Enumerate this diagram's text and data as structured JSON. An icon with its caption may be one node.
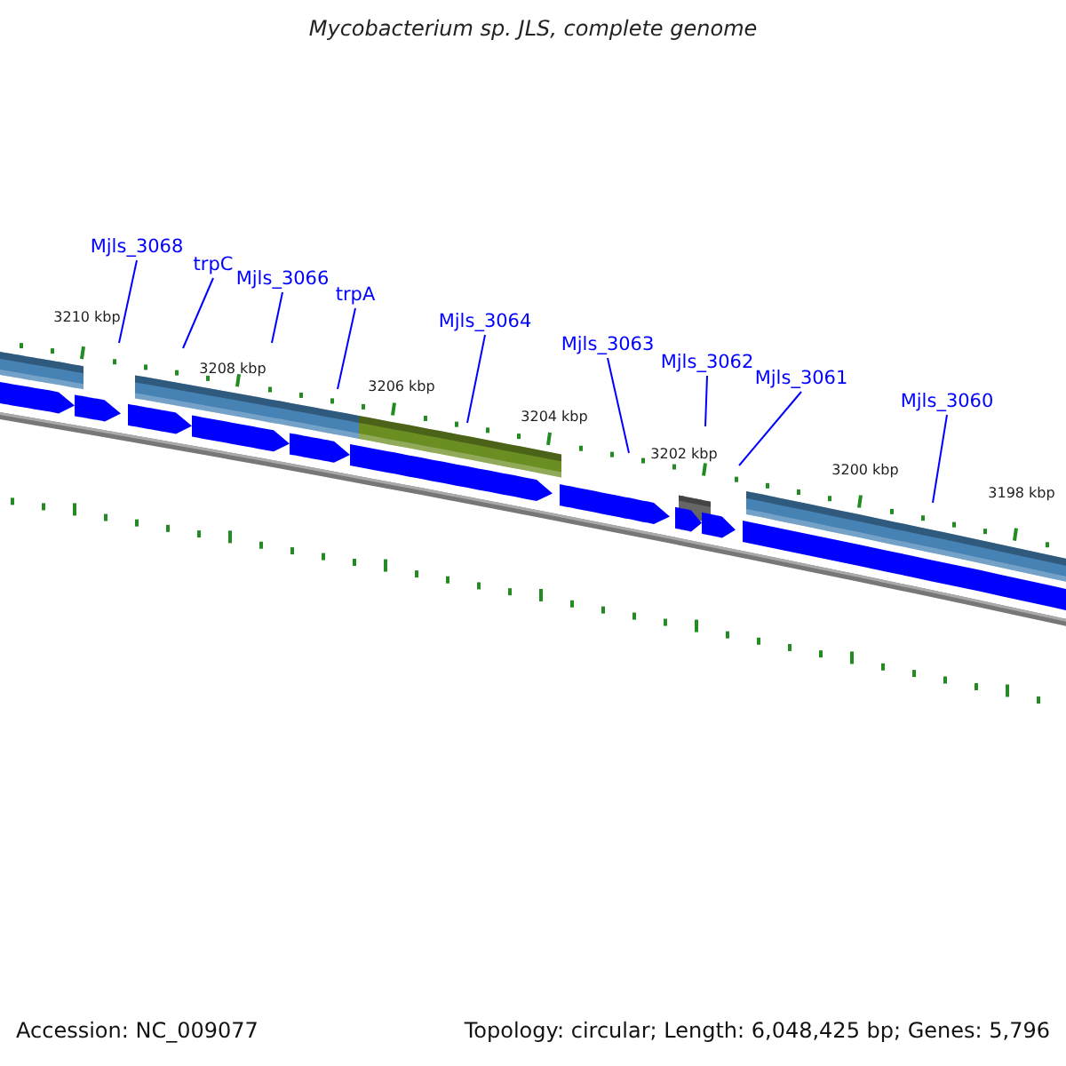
{
  "diagram": {
    "title": "Mycobacterium sp. JLS, complete genome",
    "nodes": [
      {
        "text": [
          "Mjls_3068"
        ]
      },
      {
        "text": [
          "trpC"
        ]
      },
      {
        "text": [
          "Mjls_3066"
        ]
      },
      {
        "text": [
          "trpA"
        ]
      },
      {
        "text": [
          "Mjls_3064"
        ]
      },
      {
        "text": [
          "Mjls_3063"
        ]
      },
      {
        "text": [
          "Mjls_3062"
        ]
      },
      {
        "text": [
          "Mjls_3061"
        ]
      },
      {
        "text": [
          "Mjls_3060"
        ]
      }
    ],
    "edges": [
      {
        "from": 0,
        "to": null,
        "arrow": "none"
      },
      {
        "from": 1,
        "to": null,
        "arrow": "none"
      },
      {
        "from": 2,
        "to": null,
        "arrow": "none"
      },
      {
        "from": 3,
        "to": null,
        "arrow": "none"
      },
      {
        "from": 4,
        "to": null,
        "arrow": "none"
      },
      {
        "from": 5,
        "to": null,
        "arrow": "none"
      },
      {
        "from": 6,
        "to": null,
        "arrow": "none"
      },
      {
        "from": 7,
        "to": null,
        "arrow": "none"
      },
      {
        "from": 8,
        "to": null,
        "arrow": "none"
      }
    ],
    "labels": [
      "3210 kbp",
      "3208 kbp",
      "3206 kbp",
      "3204 kbp",
      "3202 kbp",
      "3200 kbp",
      "3198 kbp",
      "Accession: NC_009077",
      "Topology: circular; Length: 6,048,425 bp; Genes: 5,796"
    ]
  }
}
